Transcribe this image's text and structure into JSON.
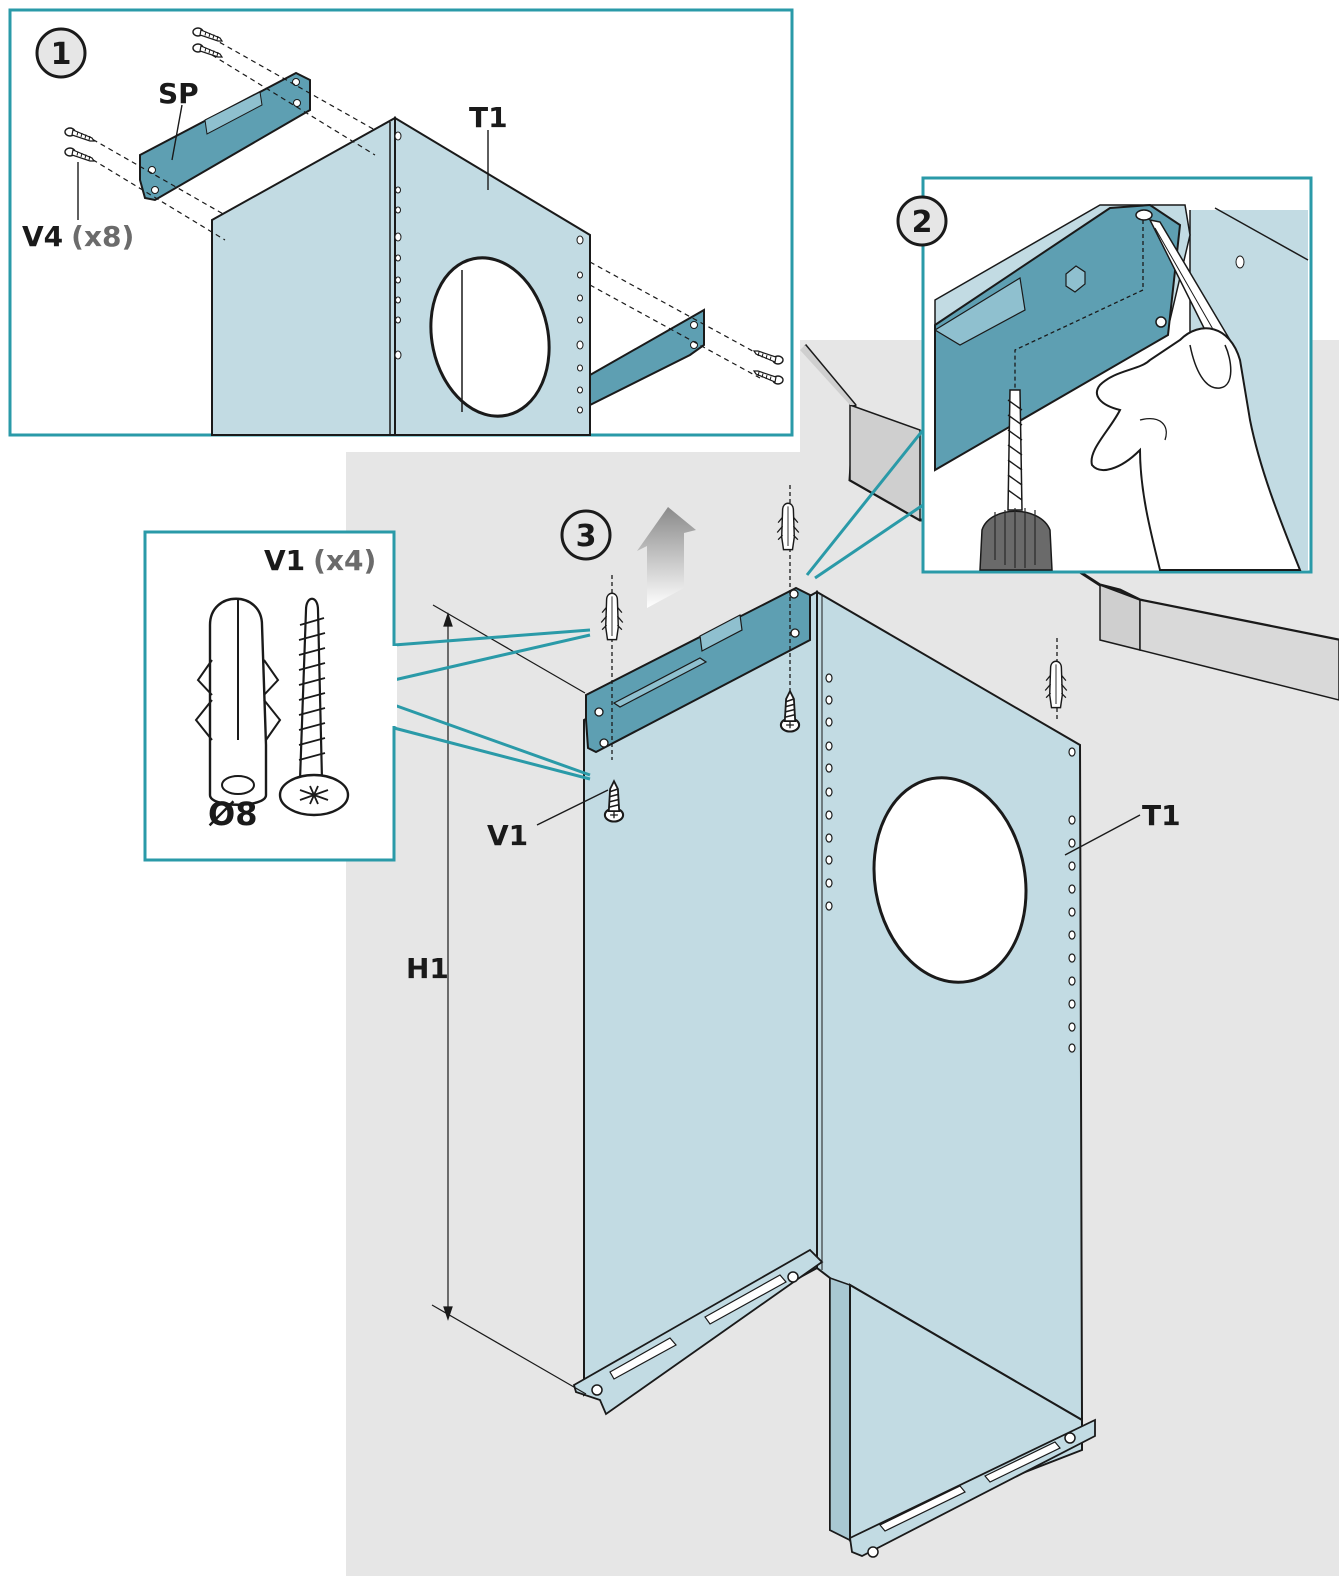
{
  "colors": {
    "panel": "#c2dbe3",
    "bracket": "#5e9fb2",
    "frame": "#2a9aa8",
    "wall": "#e6e6e6",
    "wall_dark": "#cfcfcf",
    "outline": "#1a1a1a"
  },
  "steps": [
    {
      "number": "1"
    },
    {
      "number": "2"
    },
    {
      "number": "3"
    }
  ],
  "labels": {
    "sp": "SP",
    "t1_top": "T1",
    "v4": "V4",
    "v4_qty": "(x8)",
    "v1_header": "V1",
    "v1_qty": "(x4)",
    "diameter": "Ø8",
    "v1_main": "V1",
    "t1_main": "T1",
    "h1": "H1"
  },
  "icons": [
    "screw-icon",
    "wall-plug-icon",
    "drill-bit-icon",
    "pencil-icon",
    "hand-icon",
    "up-arrow-icon"
  ]
}
